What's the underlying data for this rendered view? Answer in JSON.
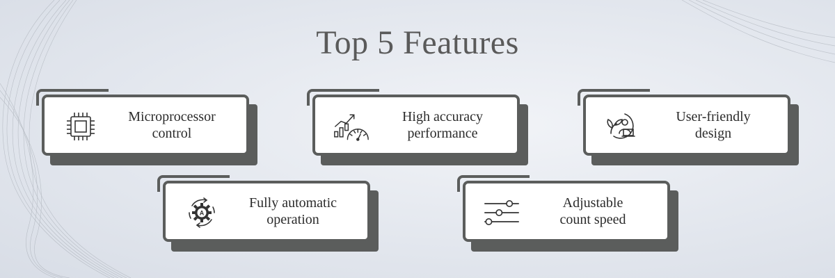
{
  "title": "Top 5 Features",
  "features": [
    {
      "line1": "Microprocessor",
      "line2": "control",
      "icon": "microchip-icon"
    },
    {
      "line1": "High accuracy",
      "line2": "performance",
      "icon": "gauge-chart-icon"
    },
    {
      "line1": "User-friendly",
      "line2": "design",
      "icon": "user-laptop-icon"
    },
    {
      "line1": "Fully automatic",
      "line2": "operation",
      "icon": "auto-gear-icon"
    },
    {
      "line1": "Adjustable",
      "line2": "count speed",
      "icon": "sliders-icon"
    }
  ],
  "colors": {
    "card_border": "#5b5d5c",
    "card_face": "#ffffff",
    "title": "#5a5a5a",
    "text": "#2b2b2b"
  }
}
